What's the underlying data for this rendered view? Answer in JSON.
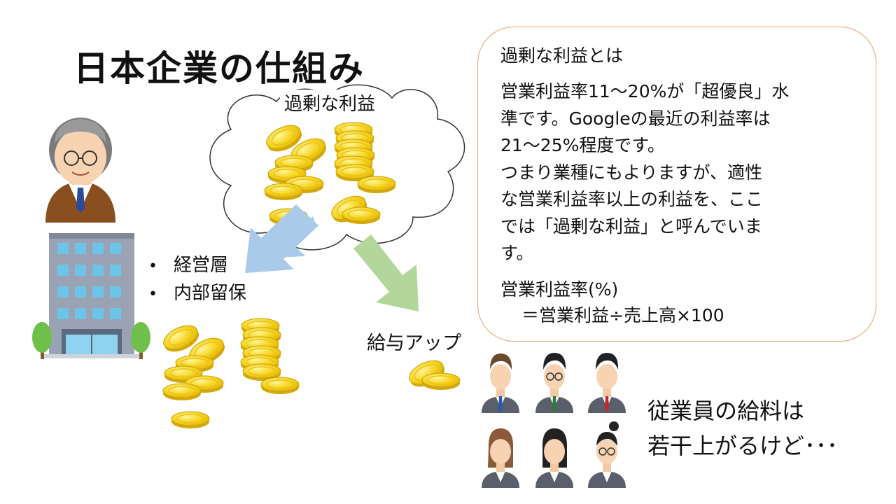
{
  "slide": {
    "title": "日本企業の仕組み",
    "cloud_label": "過剰な利益",
    "retained": [
      "経営層",
      "内部留保"
    ],
    "salary_up_label": "給与アップ",
    "employees_text": [
      "従業員の給料は",
      "若干上がるけど･･･"
    ]
  },
  "info_box": {
    "title": "過剰な利益とは",
    "body_lines": [
      "営業利益率11～20%が「超優良」水",
      "準です。Googleの最近の利益率は",
      "21～25%程度です。",
      "つまり業種にもよりますが、適性",
      "な営業利益率以上の利益を、ここ",
      "では「過剰な利益」と呼んでいま",
      "す。"
    ],
    "formula_label": "営業利益率(%)",
    "formula": "＝営業利益÷売上高×100"
  },
  "colors": {
    "coin": "#f5d21a",
    "coin_edge": "#c9a20a",
    "arrow_blue": "#a9cbe9",
    "arrow_green": "#b3d69a",
    "box_border": "#e4a46a"
  },
  "icons": [
    "executive-icon",
    "office-building-icon",
    "tree-icon",
    "coin-icon",
    "employee-icon",
    "cloud-icon"
  ]
}
